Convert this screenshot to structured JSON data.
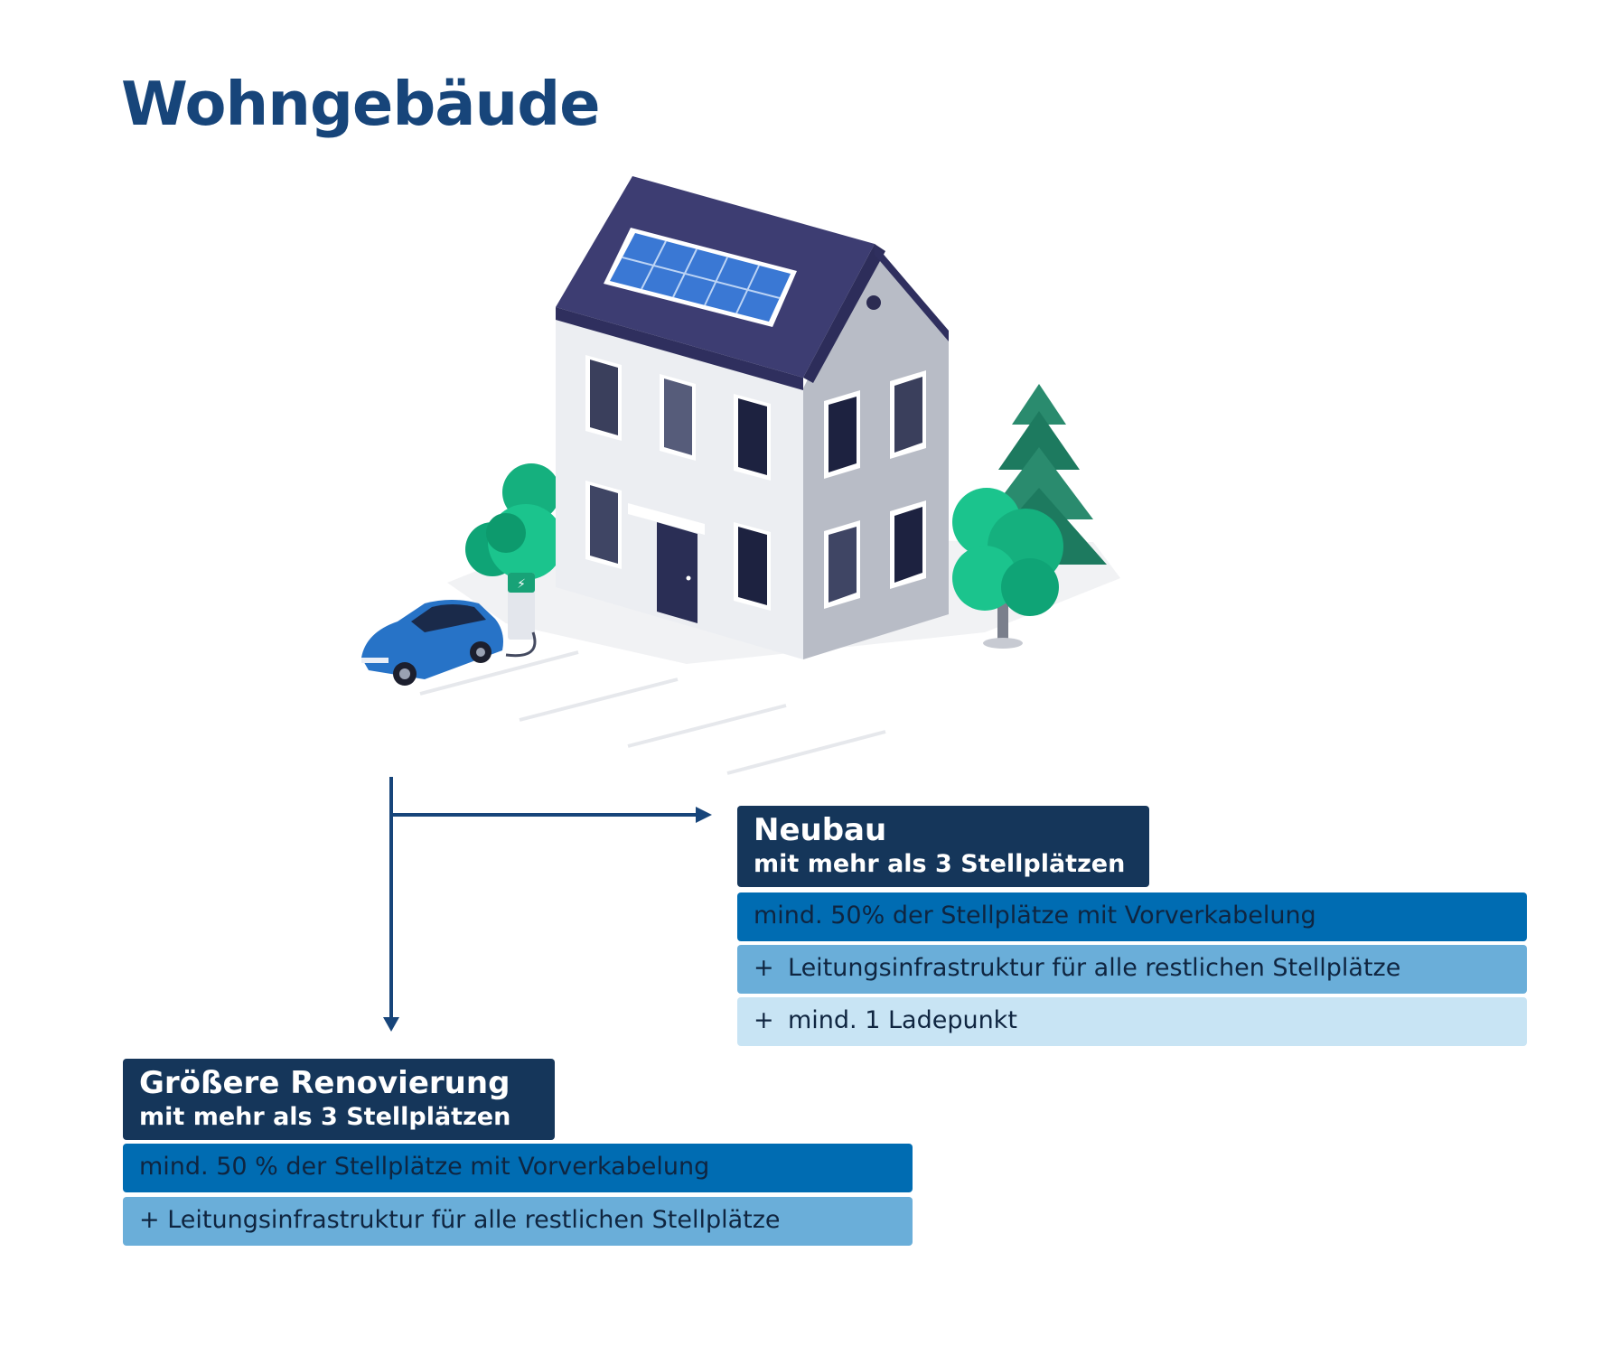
{
  "title": "Wohngebäude",
  "colors": {
    "title": "#17457a",
    "header_box": "#15365a",
    "row_primary": "#006cb2",
    "row_secondary": "#6aaed9",
    "row_tertiary": "#c8e4f4",
    "arrow": "#17457a"
  },
  "illustration": {
    "icons": [
      "house-icon",
      "solar-panel-icon",
      "tree-icon",
      "pine-tree-icon",
      "electric-car-icon",
      "charging-station-icon"
    ]
  },
  "neubau": {
    "title": "Neubau",
    "subtitle": "mit mehr als 3 Stellplätzen",
    "items": [
      {
        "plus": "",
        "text": "mind. 50% der Stellplätze mit Vorverkabelung"
      },
      {
        "plus": "+",
        "text": "Leitungsinfrastruktur für alle restlichen Stellplätze"
      },
      {
        "plus": "+",
        "text": "mind. 1 Ladepunkt"
      }
    ]
  },
  "renovierung": {
    "title": "Größere Renovierung",
    "subtitle": "mit mehr als 3 Stellplätzen",
    "items": [
      {
        "plus": "",
        "text": "mind. 50 % der Stellplätze mit Vorverkabelung"
      },
      {
        "plus": "+",
        "text": "Leitungsinfrastruktur für alle restlichen Stellplätze"
      }
    ]
  }
}
